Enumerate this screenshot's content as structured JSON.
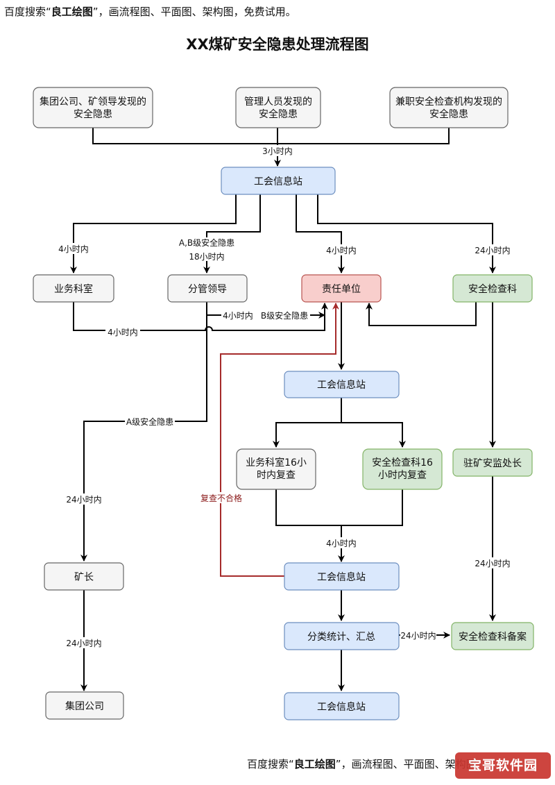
{
  "banner": {
    "prefix": "百度搜索“",
    "brand": "良工绘图",
    "suffix": "”，画流程图、平面图、架构图，免费试用。",
    "bottom_suffix": "”，画流程图、平面图、架构图"
  },
  "title": "XX煤矿安全隐患处理流程图",
  "watermark": "宝哥软件园",
  "colors": {
    "gray_fill": "#f5f5f5",
    "blue_fill": "#dae8fc",
    "red_fill": "#f8cecc",
    "green_fill": "#d5e8d4",
    "feedback_line": "#a52a2a"
  },
  "nodes": {
    "group_found": [
      "集团公司、矿领导发现的",
      "安全隐患"
    ],
    "manager_found": [
      "管理人员发现的",
      "安全隐患"
    ],
    "parttime_found": [
      "兼职安全检查机构发现的",
      "安全隐患"
    ],
    "union_station_1": "工会信息站",
    "business_dept": "业务科室",
    "leader": "分管领导",
    "responsible_unit": "责任单位",
    "safety_dept": "安全检查科",
    "union_station_2": "工会信息站",
    "business_review": [
      "业务科室16小",
      "时内复查"
    ],
    "safety_review": [
      "安全检查科16",
      "小时内复查"
    ],
    "resident_supervisor": "驻矿安监处长",
    "mine_head": "矿长",
    "union_station_3": "工会信息站",
    "classify": "分类统计、汇总",
    "safety_record": "安全检查科备案",
    "group_company": "集团公司",
    "union_station_4": "工会信息站"
  },
  "edges": {
    "within_3h": "3小时内",
    "within_4h_a": "4小时内",
    "ab_hazard": "A,B级安全隐患",
    "within_18h": "18小时内",
    "within_4h_b": "4小时内",
    "within_24h_a": "24小时内",
    "within_4h_c": "4小时内",
    "b_hazard": "B级安全隐患",
    "within_4h_d": "4小时内",
    "a_hazard": "A级安全隐患",
    "within_24h_b": "24小时内",
    "review_failed": "复查不合格",
    "within_4h_e": "4小时内",
    "within_24h_c": "24小时内",
    "within_24h_d": "24小时内",
    "within_24h_e": "24小时内"
  }
}
